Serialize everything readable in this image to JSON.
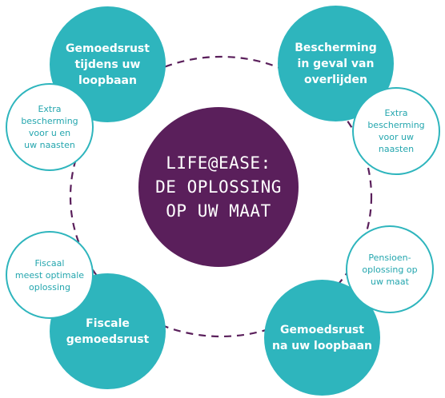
{
  "colors": {
    "center_fill": "#5a1f5b",
    "main_fill": "#2eb5bd",
    "small_stroke": "#2eb5bd",
    "small_text": "#24a6ae",
    "ring_stroke": "#5a1f5b"
  },
  "center": {
    "label": "LIFE@EASE:\nDE OPLOSSING\nOP UW MAAT"
  },
  "main_circles": [
    {
      "label": "Gemoedsrust\ntijdens uw\nloopbaan"
    },
    {
      "label": "Bescherming\nin geval van\noverlijden"
    },
    {
      "label": "Fiscale\ngemoedsrust"
    },
    {
      "label": "Gemoedsrust\nna uw loopbaan"
    }
  ],
  "small_circles": [
    {
      "label": "Extra\nbescherming\nvoor u en\nuw naasten"
    },
    {
      "label": "Extra\nbescherming\nvoor uw\nnaasten"
    },
    {
      "label": "Fiscaal\nmeest optimale\noplossing"
    },
    {
      "label": "Pensioen-\noplossing op\nuw maat"
    }
  ]
}
